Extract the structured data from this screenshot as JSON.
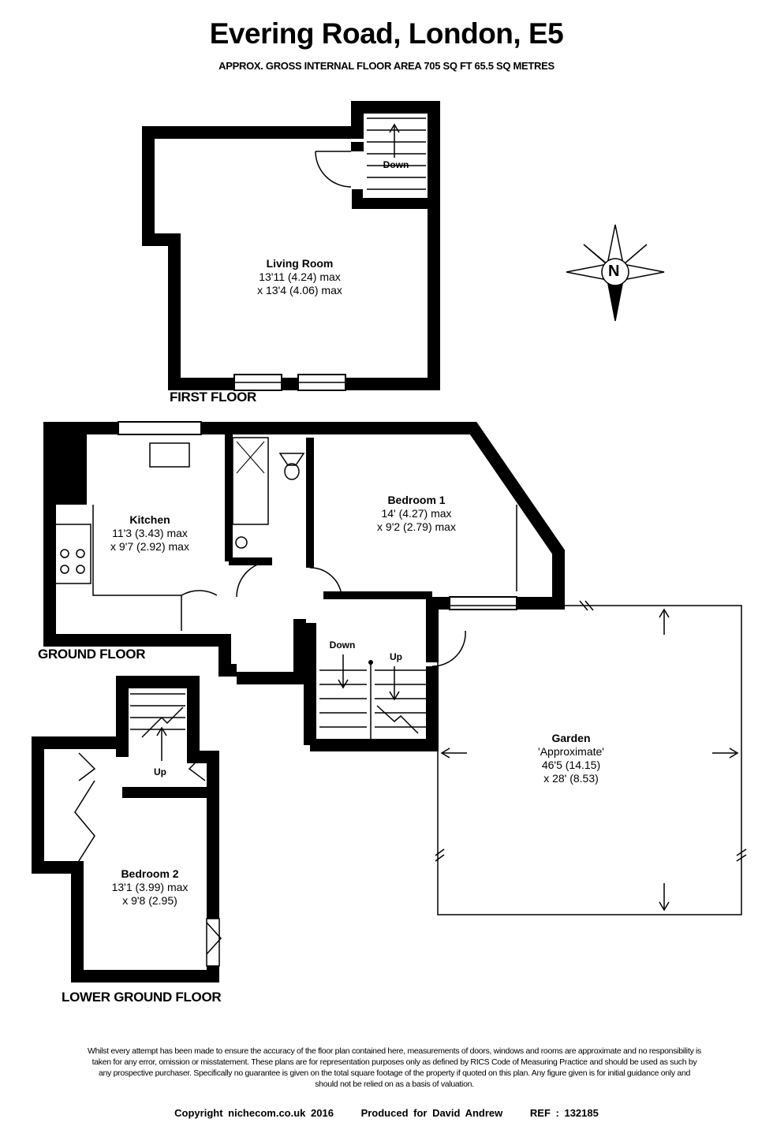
{
  "header": {
    "title": "Evering Road, London, E5",
    "subtitle": "APPROX. GROSS INTERNAL FLOOR AREA 705 SQ FT 65.5 SQ METRES"
  },
  "floors": {
    "first": "FIRST FLOOR",
    "ground": "GROUND FLOOR",
    "lower_ground": "LOWER GROUND FLOOR"
  },
  "rooms": {
    "living_room": {
      "name": "Living Room",
      "dim1": "13'11 (4.24) max",
      "dim2": "x 13'4 (4.06) max"
    },
    "kitchen": {
      "name": "Kitchen",
      "dim1": "11'3 (3.43) max",
      "dim2": "x 9'7 (2.92) max"
    },
    "bedroom1": {
      "name": "Bedroom 1",
      "dim1": "14' (4.27) max",
      "dim2": "x 9'2 (2.79) max"
    },
    "garden": {
      "name": "Garden",
      "note": "'Approximate'",
      "dim1": "46'5 (14.15)",
      "dim2": "x 28' (8.53)"
    },
    "bedroom2": {
      "name": "Bedroom 2",
      "dim1": "13'1 (3.99) max",
      "dim2": "x 9'8 (2.95)"
    }
  },
  "stairs": {
    "first_down": "Down",
    "ground_down": "Down",
    "ground_up": "Up",
    "lower_up": "Up"
  },
  "compass": {
    "label": "N"
  },
  "footer": {
    "disclaimer": "Whilst every attempt has been made to ensure the accuracy of the floor plan contained here, measurements of doors, windows and rooms are approximate and no responsibility is taken for any error, omission or misstatement. These plans are for representation purposes only as defined by RICS Code of Measuring Practice and should be used as such by any prospective purchaser. Specifically no guarantee is given on the total square footage of the property if quoted on this plan. Any figure given is for initial guidance only and should not be relied on as a basis of valuation.",
    "copyright": "Copyright nichecom.co.uk 2016",
    "produced": "Produced for David Andrew",
    "ref": "REF : 132185"
  }
}
